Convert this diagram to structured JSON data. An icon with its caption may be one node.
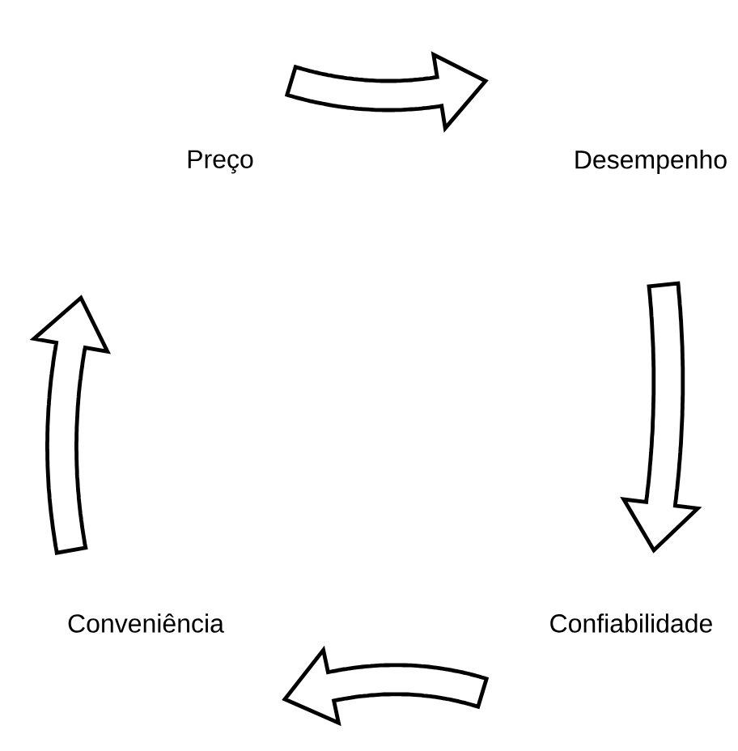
{
  "diagram": {
    "nodes": [
      {
        "text": [
          "Preço"
        ]
      },
      {
        "text": [
          "Desempenho"
        ]
      },
      {
        "text": [
          "Conveniência"
        ]
      },
      {
        "text": [
          "Confiabilidade"
        ]
      }
    ],
    "edges": [
      {
        "from": 0,
        "to": 1,
        "arrow": "to"
      },
      {
        "from": 1,
        "to": 3,
        "arrow": "to"
      },
      {
        "from": 3,
        "to": 2,
        "arrow": "to"
      },
      {
        "from": 2,
        "to": 0,
        "arrow": "to"
      }
    ]
  }
}
